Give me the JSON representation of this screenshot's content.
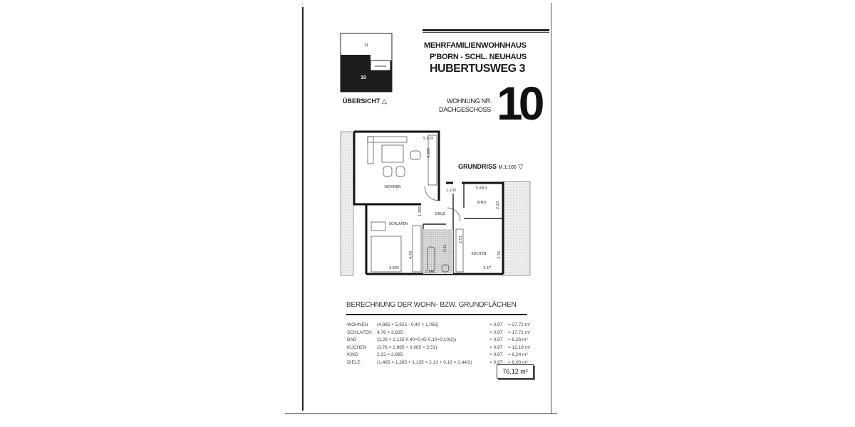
{
  "header": {
    "building_type": "MEHRFAMILIENWOHNHAUS",
    "location": "P'BORN - SCHL. NEUHAUS",
    "street": "HUBERTUSWEG 3",
    "unit_label": "WOHNUNG NR.",
    "floor": "DACHGESCHOSS",
    "unit_number": "10"
  },
  "overview": {
    "title": "ÜBERSICHT",
    "upper_unit": "11",
    "highlighted_unit": "10"
  },
  "plan": {
    "title": "GRUNDRISS",
    "scale": "M.1:100",
    "rooms": {
      "wohnen": "WOHNEN",
      "schlafen": "SCHLAFEN",
      "diele": "DIELE",
      "kind": "KIND",
      "kuechen": "KÜCHEN"
    },
    "dimensions": {
      "wohnen_width": "5.925",
      "wohnen_depth": "4.885",
      "diele_width": "1.135",
      "diele_depth": "1.385",
      "kind_width": "5.89'2",
      "kind_depth": "2.23",
      "schlafen_width": "3.835",
      "schlafen_depth": "4.76",
      "bad_width": "2.135",
      "bad_depth": "2.51",
      "kuechen_width": "3.57",
      "kuechen_depth": "3.76",
      "kuechen_inner": "2.51"
    }
  },
  "calculation": {
    "title": "BERECHNUNG  DER WOHN- BZW. GRUNDFLÄCHEN",
    "rows": [
      {
        "room": "WOHNEN",
        "formula": "(4,885 × 5,925 - 0,40 × 1,065)",
        "factor": "× 0,97",
        "result": "= 27,72 m²"
      },
      {
        "room": "SCHLAFEN",
        "formula": "4,76 × 3,835",
        "factor": "× 0,97",
        "result": "= 17,71 m²"
      },
      {
        "room": "BAD",
        "formula": "(3,26 × 2,135-0,40×0,45-0,10×0,10(2))",
        "factor": "× 0,97",
        "result": "= 6,26 m²"
      },
      {
        "room": "KÜCHEN",
        "formula": "(3,76 × 2,885 + 0,685 × 2,51)",
        "factor": "× 0,97",
        "result": "= 12,19 m²"
      },
      {
        "room": "KIND",
        "formula": "2,23 × 2,885",
        "factor": "× 0,97",
        "result": "= 6,24 m²"
      },
      {
        "room": "DIELE",
        "formula": "(1,465 × 1,385 + 1,135 × 2,13 + 0,16 × 0,44/2)",
        "factor": "× 0,97",
        "result": "= 6,00 m²"
      }
    ],
    "total": "76,12 m²"
  }
}
